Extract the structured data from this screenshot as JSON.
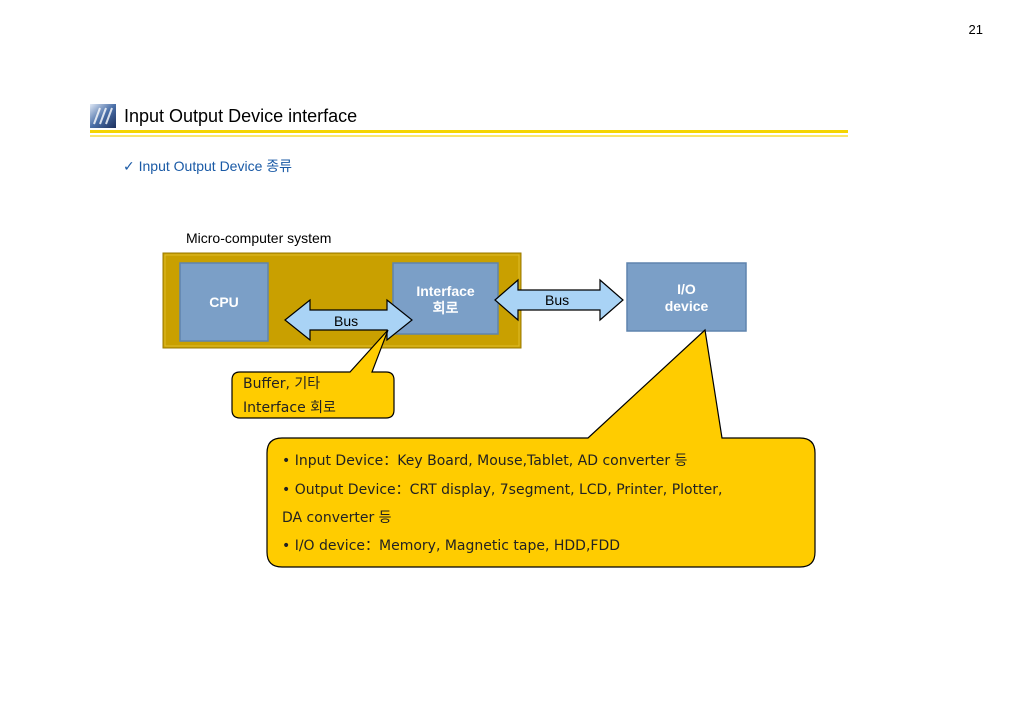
{
  "page": {
    "number": "21"
  },
  "header": {
    "title": "Input Output Device interface",
    "subtitle": "✓ Input Output Device 종류"
  },
  "diagram": {
    "system_label": "Micro-computer system",
    "cpu_label": "CPU",
    "interface_label_line1": "Interface",
    "interface_label_line2": "회로",
    "io_label_line1": "I/O",
    "io_label_line2": "device",
    "bus_inner_label": "Bus",
    "bus_outer_label": "Bus",
    "buffer_callout_line1": "Buffer, 기타",
    "buffer_callout_line2": "Interface 회로",
    "device_list": [
      "•  Input Device：Key Board, Mouse,Tablet,  AD converter 등",
      "• Output Device：CRT display, 7segment, LCD, Printer, Plotter,",
      "   DA converter 등",
      "• I/O device：Memory, Magnetic tape, HDD,FDD"
    ]
  },
  "colors": {
    "system_fill": "#c9a000",
    "box_fill": "#7b9fc7",
    "bus_fill": "#a9d3f5",
    "callout_fill": "#ffcc00",
    "accent_rule": "#f5d400",
    "subtitle": "#1a5aa6"
  },
  "icons": {
    "title_icon": "title-bullet-icon",
    "check_icon": "checkmark-icon"
  }
}
